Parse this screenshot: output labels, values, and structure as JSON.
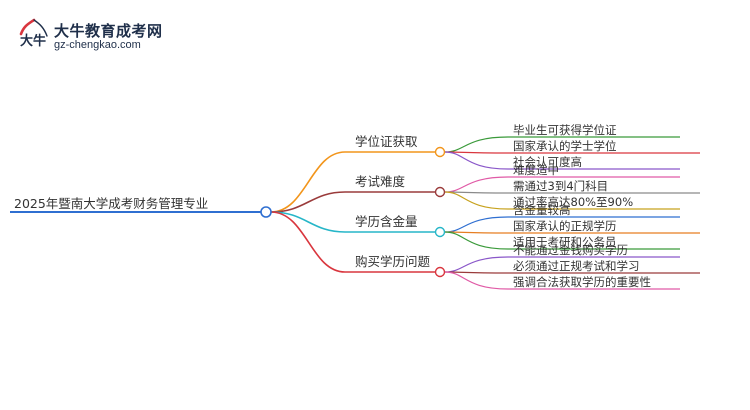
{
  "logo": {
    "brand": "大牛教育成考网",
    "url": "gz-chengkao.com",
    "mark_text": "大牛"
  },
  "mindmap": {
    "root": "2025年暨南大学成考财务管理专业",
    "branches": [
      {
        "label": "学位证获取",
        "color": "#f2951b",
        "children": [
          "毕业生可获得学位证",
          "国家承认的学士学位",
          "社会认可度高"
        ],
        "child_colors": [
          "#3a9a3a",
          "#d9363e",
          "#8a57c9"
        ]
      },
      {
        "label": "考试难度",
        "color": "#9a3b3b",
        "children": [
          "难度适中",
          "需通过3到4门科目",
          "通过率高达80%至90%"
        ],
        "child_colors": [
          "#e05aa6",
          "#8a8a8a",
          "#c7a21e"
        ]
      },
      {
        "label": "学历含金量",
        "color": "#26b6c8",
        "children": [
          "含金量较高",
          "国家承认的正规学历",
          "适用于考研和公务员"
        ],
        "child_colors": [
          "#2f6fd1",
          "#e67e22",
          "#3a9a3a"
        ]
      },
      {
        "label": "购买学历问题",
        "color": "#d9363e",
        "children": [
          "不能通过金钱购买学历",
          "必须通过正规考试和学习",
          "强调合法获取学历的重要性"
        ],
        "child_colors": [
          "#8a57c9",
          "#9a3b3b",
          "#e05aa6"
        ]
      }
    ]
  }
}
